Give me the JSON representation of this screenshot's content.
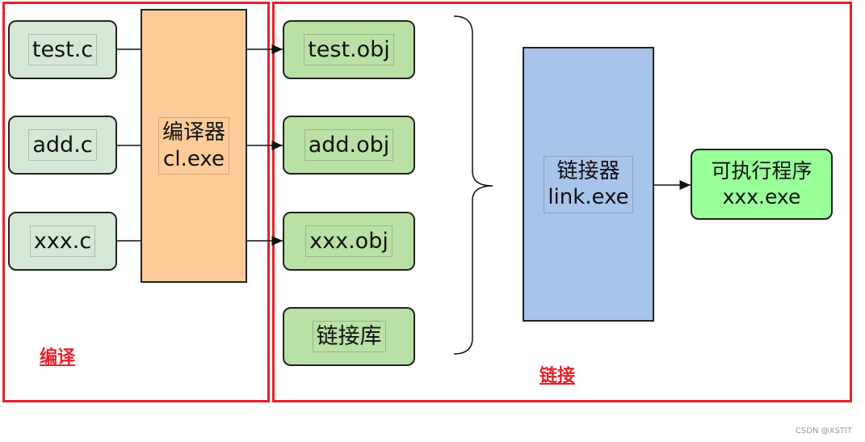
{
  "regions": {
    "compile": {
      "title": "编译",
      "color": "#e8202a"
    },
    "link": {
      "title": "链接",
      "color": "#e8202a"
    }
  },
  "sources": [
    {
      "label": "test.c"
    },
    {
      "label": "add.c"
    },
    {
      "label": "xxx.c"
    }
  ],
  "compiler": {
    "line1": "编译器",
    "line2": "cl.exe",
    "color": "#ffcc99"
  },
  "objects": [
    {
      "label": "test.obj"
    },
    {
      "label": "add.obj"
    },
    {
      "label": "xxx.obj"
    },
    {
      "label": "链接库"
    }
  ],
  "linker": {
    "line1": "链接器",
    "line2": "link.exe",
    "color": "#a9c4eb"
  },
  "output": {
    "line1": "可执行程序",
    "line2": "xxx.exe",
    "color": "#99ff99"
  },
  "watermark": "CSDN @XSTIT"
}
